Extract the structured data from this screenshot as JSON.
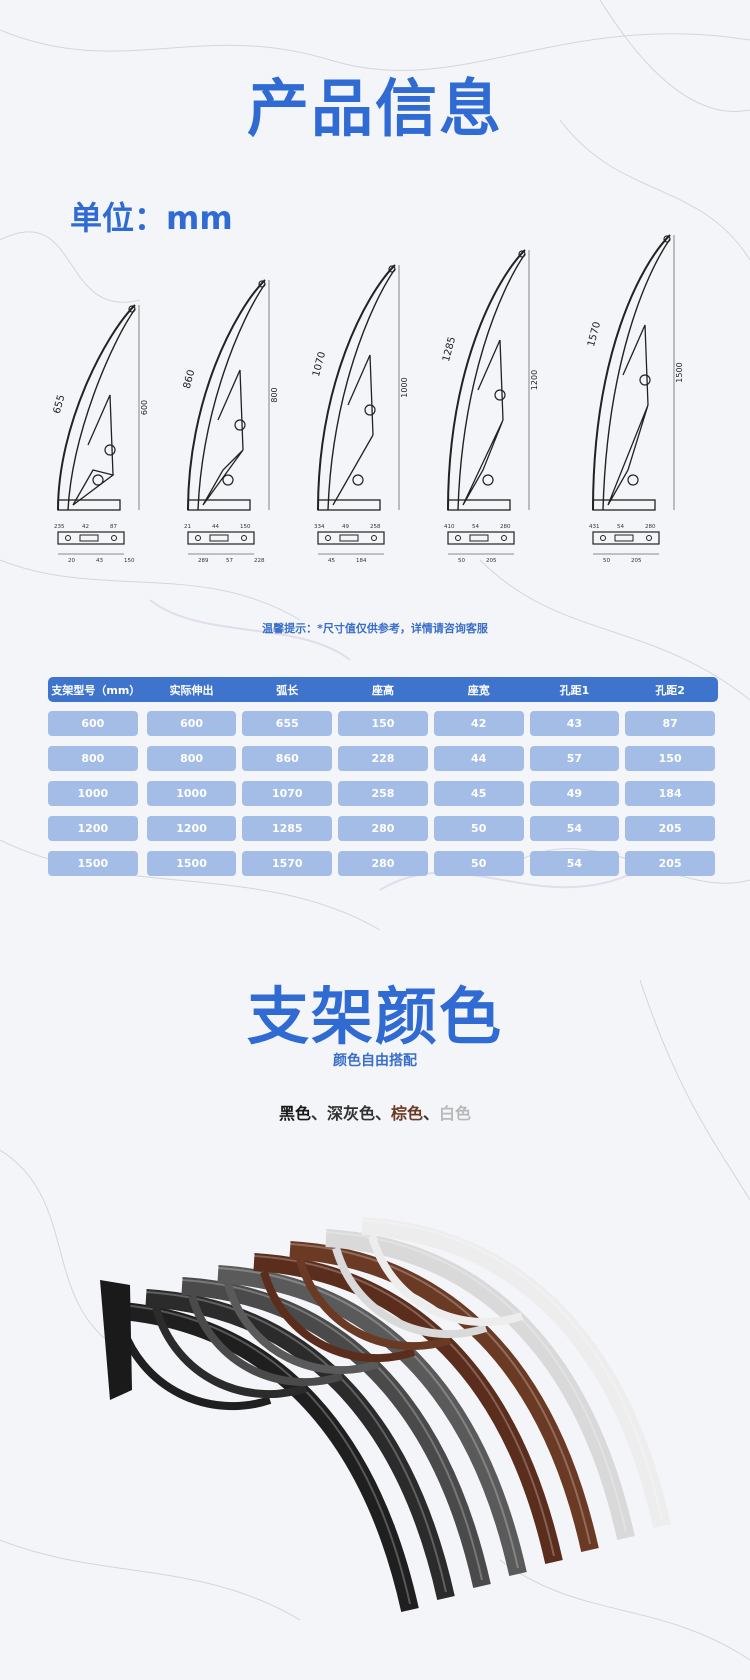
{
  "header": {
    "title": "产品信息",
    "unit": "单位：mm"
  },
  "drawings": [
    {
      "arc": "655",
      "height": "600",
      "base": [
        "235",
        "20",
        "42",
        "43",
        "87",
        "150"
      ]
    },
    {
      "arc": "860",
      "height": "800",
      "base": [
        "21",
        "289",
        "44",
        "57",
        "150",
        "228"
      ]
    },
    {
      "arc": "1070",
      "height": "1000",
      "base": [
        "334",
        "45",
        "49",
        "184",
        "258"
      ]
    },
    {
      "arc": "1285",
      "height": "1200",
      "base": [
        "410",
        "50",
        "54",
        "205",
        "280"
      ]
    },
    {
      "arc": "1570",
      "height": "1500",
      "base": [
        "431",
        "50",
        "54",
        "205",
        "280"
      ]
    }
  ],
  "tip": "温馨提示：*尺寸值仅供参考，详情请咨询客服",
  "table": {
    "headers": [
      "支架型号（mm）",
      "实际伸出",
      "弧长",
      "座高",
      "座宽",
      "孔距1",
      "孔距2"
    ],
    "rows": [
      [
        "600",
        "600",
        "655",
        "150",
        "42",
        "43",
        "87"
      ],
      [
        "800",
        "800",
        "860",
        "228",
        "44",
        "57",
        "150"
      ],
      [
        "1000",
        "1000",
        "1070",
        "258",
        "45",
        "49",
        "184"
      ],
      [
        "1200",
        "1200",
        "1285",
        "280",
        "50",
        "54",
        "205"
      ],
      [
        "1500",
        "1500",
        "1570",
        "280",
        "50",
        "54",
        "205"
      ]
    ]
  },
  "colors_section": {
    "title": "支架颜色",
    "subtitle": "颜色自由搭配",
    "options": [
      {
        "label": "黑色",
        "color": "#1a1a1a"
      },
      {
        "label": "深灰色",
        "color": "#333333"
      },
      {
        "label": "棕色",
        "color": "#6b3a25"
      },
      {
        "label": "白色",
        "color": "#b9b9b9"
      }
    ],
    "separator": "、"
  },
  "theme": {
    "accent": "#2f6bd2",
    "header_bg": "#3f74cc",
    "cell_bg": "#a4bde7"
  }
}
